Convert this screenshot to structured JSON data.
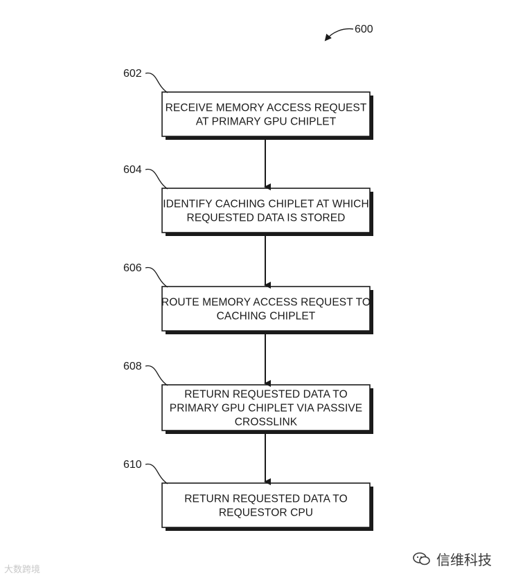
{
  "figure_ref": "600",
  "steps": [
    {
      "ref": "602",
      "lines": [
        "RECEIVE MEMORY ACCESS REQUEST",
        "AT PRIMARY GPU CHIPLET"
      ]
    },
    {
      "ref": "604",
      "lines": [
        "IDENTIFY CACHING CHIPLET AT WHICH",
        "REQUESTED DATA IS STORED"
      ]
    },
    {
      "ref": "606",
      "lines": [
        "ROUTE MEMORY ACCESS REQUEST TO",
        "CACHING CHIPLET"
      ]
    },
    {
      "ref": "608",
      "lines": [
        "RETURN REQUESTED DATA TO",
        "PRIMARY GPU CHIPLET VIA PASSIVE",
        "CROSSLINK"
      ]
    },
    {
      "ref": "610",
      "lines": [
        "RETURN REQUESTED DATA TO",
        "REQUESTOR CPU"
      ]
    }
  ],
  "watermark_left": "大数跨境",
  "watermark_right": "信维科技",
  "watermark_right_icon": "wechat-icon"
}
